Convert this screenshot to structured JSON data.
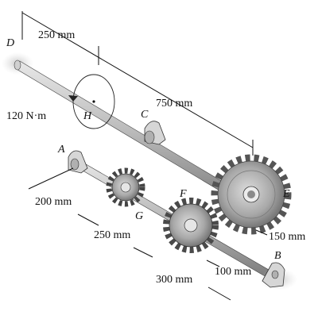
{
  "labels": {
    "point_d": "D",
    "point_a": "A",
    "point_c": "C",
    "point_h": "H",
    "point_g": "G",
    "point_f": "F",
    "point_e": "E",
    "point_b": "B"
  },
  "dimensions": {
    "d_to_h": "250 mm",
    "h_to_e": "750 mm",
    "a_to_g": "200 mm",
    "g_to_f": "250 mm",
    "f_to_b": "300 mm",
    "gear_f_radius": "100 mm",
    "gear_e_radius": "150 mm"
  },
  "torque": {
    "value": "120 N·m"
  },
  "colors": {
    "shaft": "#b9b9b9",
    "gear": "#9a9a9a",
    "gear_dark": "#6d6d6d",
    "support": "#cfcfcf",
    "ink": "#111111"
  }
}
